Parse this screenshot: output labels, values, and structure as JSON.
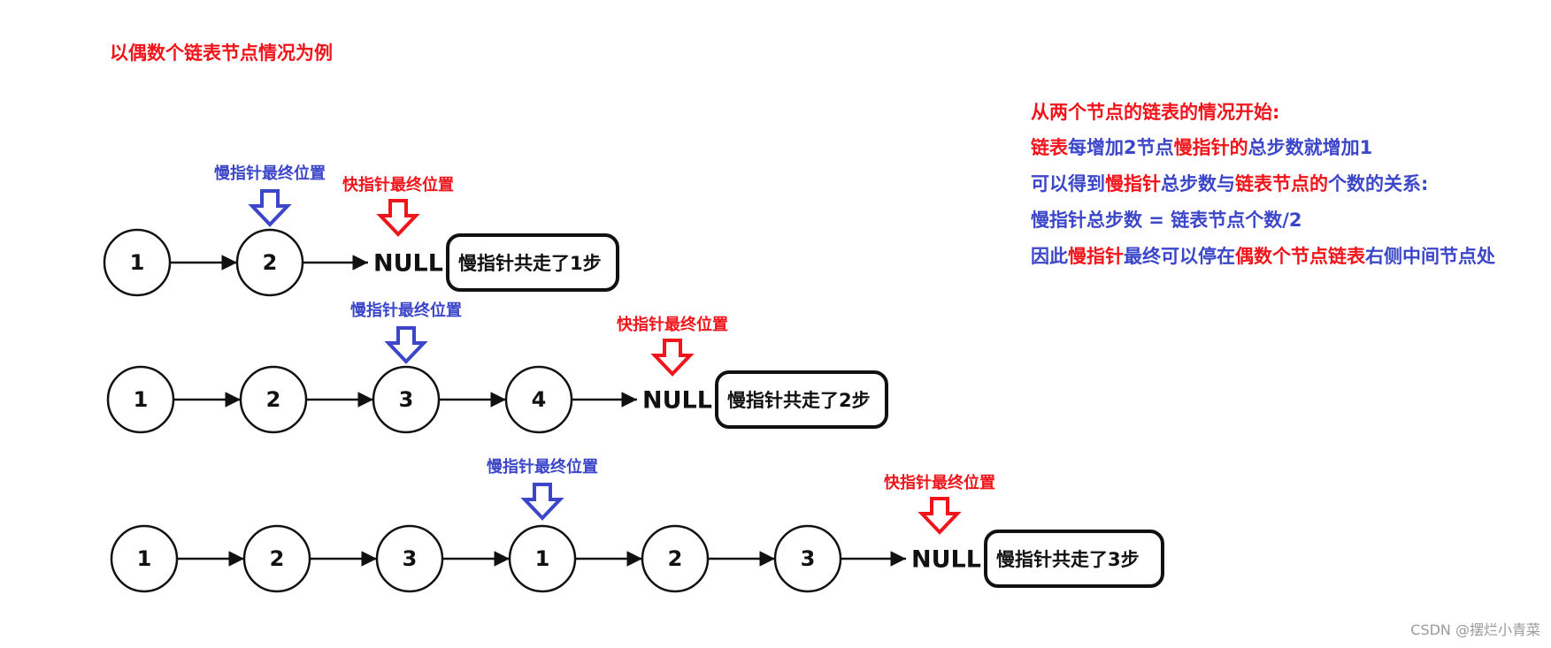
{
  "title": "以偶数个链表节点情况为例",
  "colors": {
    "red": "#f0151b",
    "blue": "#3c46c8",
    "line": "#111111",
    "bg": "#ffffff",
    "watermark": "#9a9a9a"
  },
  "labels": {
    "slow_final": "慢指针最终位置",
    "fast_final": "快指针最终位置",
    "null": "NULL"
  },
  "rows": [
    {
      "nodes": [
        "1",
        "2"
      ],
      "slow_index": 1,
      "steps_text": "慢指针共走了1步"
    },
    {
      "nodes": [
        "1",
        "2",
        "3",
        "4"
      ],
      "slow_index": 2,
      "steps_text": "慢指针共走了2步"
    },
    {
      "nodes": [
        "1",
        "2",
        "3",
        "1",
        "2",
        "3"
      ],
      "slow_index": 3,
      "steps_text": "慢指针共走了3步"
    }
  ],
  "notes": [
    [
      {
        "text": "从两个节点的链表的情况开始:",
        "color": "red"
      }
    ],
    [
      {
        "text": "链表",
        "color": "red"
      },
      {
        "text": "每增加2节点",
        "color": "blue"
      },
      {
        "text": "慢指针的",
        "color": "red"
      },
      {
        "text": "总步数就增加1",
        "color": "blue"
      }
    ],
    [
      {
        "text": "可以得到",
        "color": "blue"
      },
      {
        "text": "慢指针",
        "color": "red"
      },
      {
        "text": "总步数与",
        "color": "blue"
      },
      {
        "text": "链表节点的",
        "color": "red"
      },
      {
        "text": "个数的关系:",
        "color": "blue"
      }
    ],
    [
      {
        "text": "慢指针总步数 = 链表节点个数/2",
        "color": "blue"
      }
    ],
    [
      {
        "text": "因此",
        "color": "blue"
      },
      {
        "text": "慢指针",
        "color": "red"
      },
      {
        "text": "最终可以停在",
        "color": "blue"
      },
      {
        "text": "偶数个节点链表",
        "color": "red"
      },
      {
        "text": "右侧中间节点处",
        "color": "blue"
      }
    ]
  ],
  "watermark": "CSDN @摆烂小青菜"
}
